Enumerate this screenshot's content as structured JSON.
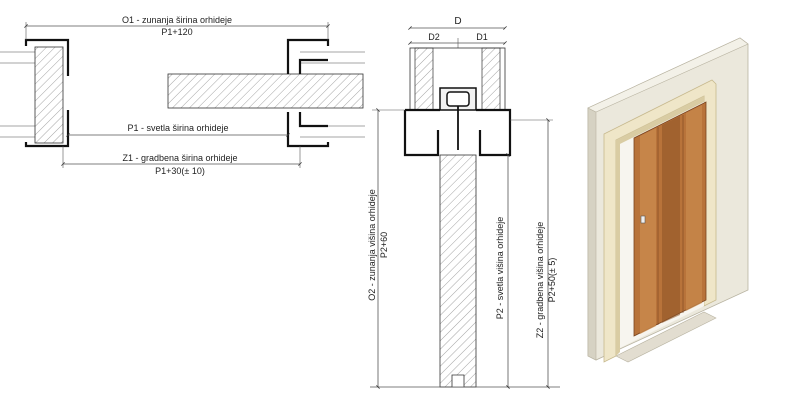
{
  "plan": {
    "o1_label": "O1 - zunanja širina orhideje",
    "o1_value": "P1+120",
    "p1_label": "P1 - svetla širina orhideje",
    "z1_label": "Z1 - gradbena širina orhideje",
    "z1_value": "P1+30(± 10)"
  },
  "section": {
    "d_label": "D",
    "d2_label": "D2",
    "d1_label": "D1",
    "o2_label": "O2 - zunanja višina orhideje",
    "o2_value": "P2+60",
    "p2_label": "P2 - svetla višina orhideje",
    "z2_label": "Z2 - gradbena višina orhideje",
    "z2_value": "P2+50(± 5)"
  },
  "colors": {
    "line": "#1a1a1a",
    "dim": "#555555",
    "hatch": "#8c8c8c",
    "wall": "#ebe8dc",
    "wall_shade": "#d6d2c3",
    "frame": "#efe6c8",
    "frame_shade": "#d9cca3",
    "door": "#b8733a",
    "door_dark": "#8e5427",
    "door_light": "#c98a4d"
  }
}
